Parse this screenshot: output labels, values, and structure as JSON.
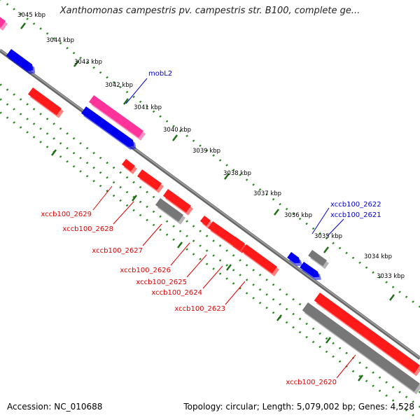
{
  "title": "Xanthomonas campestris pv. campestris str. B100, complete ge...",
  "footer": {
    "accession": "Accession: NC_010688",
    "stats": "Topology: circular; Length: 5,079,002 bp; Genes: 4,528"
  },
  "colors": {
    "tick": "#2a8a1f",
    "backbone": "#7f7f7f",
    "gene_forward": "#0000ee",
    "gene_reverse": "#ff1a1a",
    "gene_other": "#777777",
    "gene_mob": "#ff3399",
    "label_forward": "#0000cc",
    "label_reverse": "#dd0000"
  },
  "ruler_labels": [
    "3045 kbp",
    "3044 kbp",
    "3043 kbp",
    "3042 kbp",
    "3041 kbp",
    "3040 kbp",
    "3039 kbp",
    "3038 kbp",
    "3037 kbp",
    "3036 kbp",
    "3035 kbp",
    "3034 kbp",
    "3033 kbp"
  ],
  "gene_labels": [
    {
      "text": "mobL2",
      "strand": "forward"
    },
    {
      "text": "xccb100_2622",
      "strand": "forward"
    },
    {
      "text": "xccb100_2621",
      "strand": "forward"
    },
    {
      "text": "xccb100_2629",
      "strand": "reverse"
    },
    {
      "text": "xccb100_2628",
      "strand": "reverse"
    },
    {
      "text": "xccb100_2627",
      "strand": "reverse"
    },
    {
      "text": "xccb100_2626",
      "strand": "reverse"
    },
    {
      "text": "xccb100_2625",
      "strand": "reverse"
    },
    {
      "text": "xccb100_2624",
      "strand": "reverse"
    },
    {
      "text": "xccb100_2623",
      "strand": "reverse"
    },
    {
      "text": "xccb100_2620",
      "strand": "reverse"
    }
  ]
}
